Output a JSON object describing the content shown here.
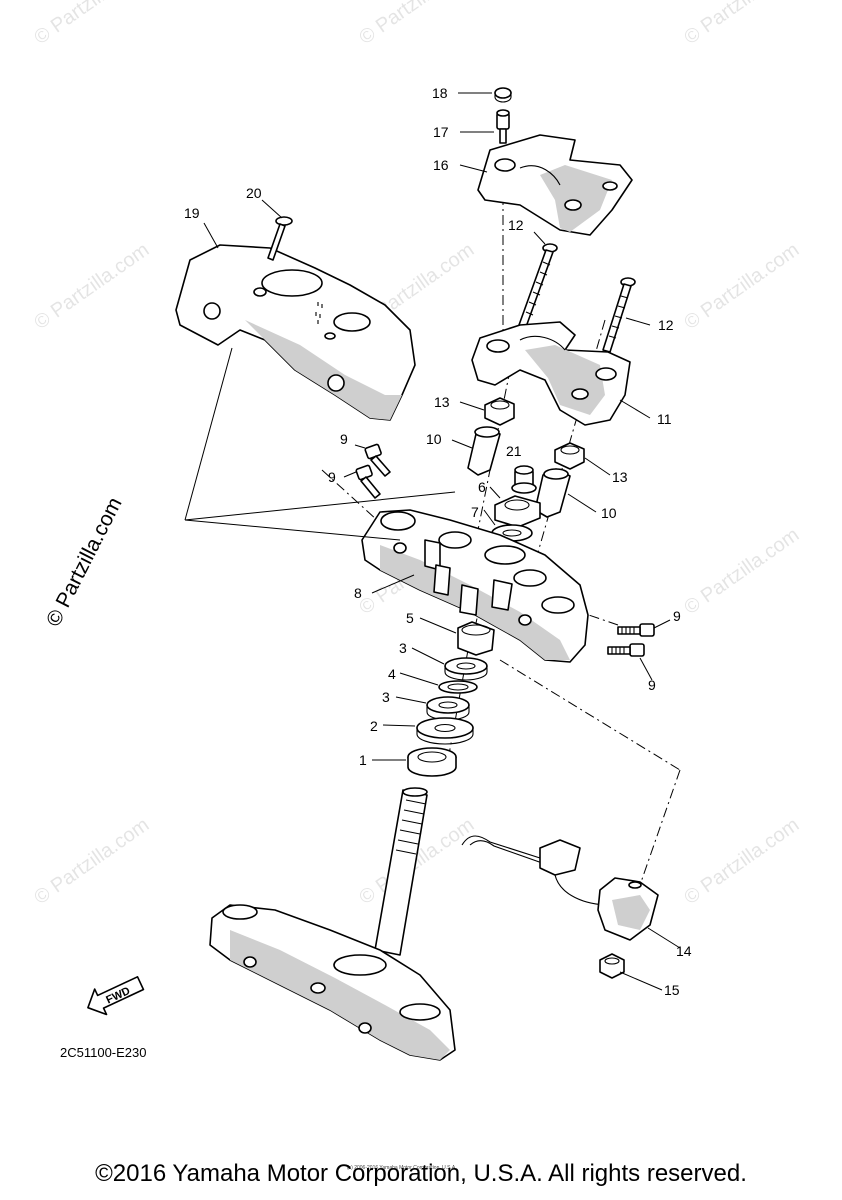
{
  "diagram": {
    "callouts": {
      "c1": "1",
      "c2": "2",
      "c3a": "3",
      "c3b": "3",
      "c4": "4",
      "c5": "5",
      "c6": "6",
      "c7": "7",
      "c8": "8",
      "c9a": "9",
      "c9b": "9",
      "c9c": "9",
      "c9d": "9",
      "c10a": "10",
      "c10b": "10",
      "c11": "11",
      "c12a": "12",
      "c12b": "12",
      "c13a": "13",
      "c13b": "13",
      "c14": "14",
      "c15": "15",
      "c16": "16",
      "c17": "17",
      "c18": "18",
      "c19": "19",
      "c20": "20",
      "c21": "21"
    },
    "fwd_label": "FWD",
    "part_code": "2C51100-E230",
    "watermark": "© Partzilla.com",
    "fine_print": "(c) 2006-2016 Yamaha Motor Corporation, U.S.A."
  },
  "footer": {
    "copyright": "©2016 Yamaha Motor Corporation, U.S.A. All rights reserved."
  }
}
